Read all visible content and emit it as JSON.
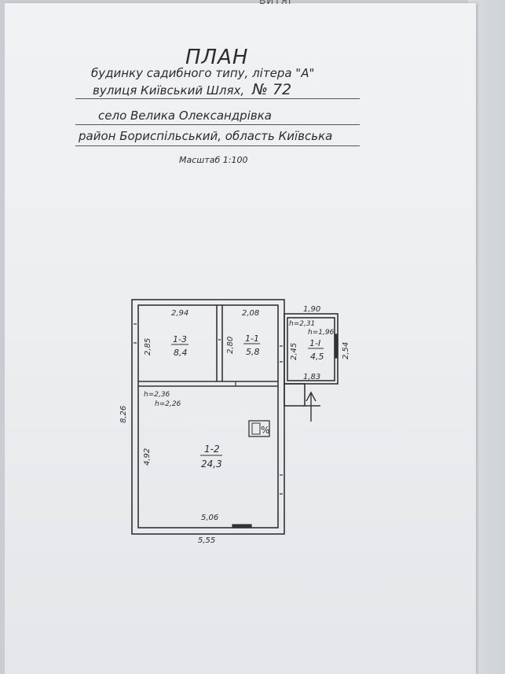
{
  "header": {
    "cut_text": "ВИТЯГ",
    "title": "ПЛАН",
    "line1": "будинку садибного типу, літера \"А\"",
    "line2_text": "вулиця Київський Шлях,",
    "line2_number": "№ 72",
    "line3": "село Велика Олександрівка",
    "line4": "район Бориспільський, область Київська",
    "scale": "Масштаб 1:100"
  },
  "plan": {
    "rooms": [
      {
        "id": "1-3",
        "area": "8,4",
        "width": "2,94",
        "depth": "2,85"
      },
      {
        "id": "1-1",
        "area": "5,8",
        "width": "2,08",
        "depth": "2,80"
      },
      {
        "id": "1-I",
        "area": "4,5",
        "width": "1,90",
        "depth": "2,45",
        "height": "h=1,96"
      },
      {
        "id": "1-2",
        "area": "24,3",
        "width": "5,06",
        "depth": "4,92"
      }
    ],
    "annex_height": "h=2,31",
    "annex_outer_depth": "2,54",
    "annex_bottom_width": "1,83",
    "heights_main": [
      "h=2,36",
      "h=2,26"
    ],
    "outer_depth": "8,26",
    "outer_width": "5,55",
    "stove_symbol": "%"
  }
}
